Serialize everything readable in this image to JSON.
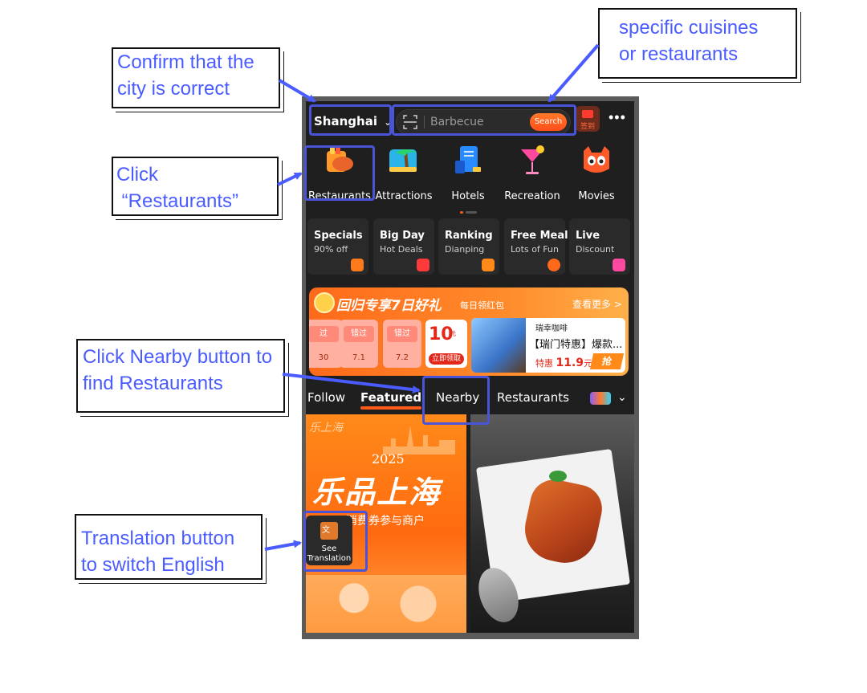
{
  "app": {
    "city": "Shanghai",
    "search": {
      "placeholder": "Barbecue",
      "button": "Search"
    },
    "checkin_label": "签到",
    "more": "•••",
    "categories": [
      {
        "label": "Restaurants",
        "icon": "restaurant-icon"
      },
      {
        "label": "Attractions",
        "icon": "attractions-icon"
      },
      {
        "label": "Hotels",
        "icon": "hotel-icon"
      },
      {
        "label": "Recreation",
        "icon": "cocktail-icon"
      },
      {
        "label": "Movies",
        "icon": "cat-movie-icon"
      }
    ],
    "promos": [
      {
        "title": "Specials",
        "sub": "90% off"
      },
      {
        "title": "Big Day",
        "sub": "Hot Deals"
      },
      {
        "title": "Ranking",
        "sub": "Dianping"
      },
      {
        "title": "Free Meal",
        "sub": "Lots of Fun"
      },
      {
        "title": "Live",
        "sub": "Discount"
      }
    ],
    "banner": {
      "title": "回归专享7日好礼",
      "sub": "每日领红包",
      "more": "查看更多 >",
      "coupons": [
        {
          "tag": "过",
          "date": "30"
        },
        {
          "tag": "错过",
          "date": "7.1"
        },
        {
          "tag": "错过",
          "date": "7.2"
        }
      ],
      "big_value": "10",
      "big_unit": "元",
      "claim": "立即领取",
      "ad": {
        "brand": "瑞幸咖啡",
        "headline": "【瑞门特惠】爆款...",
        "price_label": "特惠",
        "price": "11.9",
        "price_unit": "元",
        "grab": "抢"
      }
    },
    "tabs": [
      "Follow",
      "Featured",
      "Nearby",
      "Restaurants"
    ],
    "feed": {
      "left": {
        "logo": "乐上海",
        "year": "2025",
        "headline": "乐品上海",
        "merchants": "消费券参与商户"
      },
      "translation": "See\nTranslation"
    }
  },
  "annotations": {
    "city": "Confirm that the\ncity is correct",
    "search": "specific cuisines\nor restaurants",
    "restaurants": "Click\n “Restaurants”",
    "nearby": "Click Nearby button to\nfind Restaurants",
    "translation": "Translation button\nto switch English"
  },
  "colors": {
    "accent": "#ff5a1a",
    "annotation_text": "#4a5cff",
    "highlight": "#4a54d8",
    "screen_bg": "#1f1f1f"
  }
}
